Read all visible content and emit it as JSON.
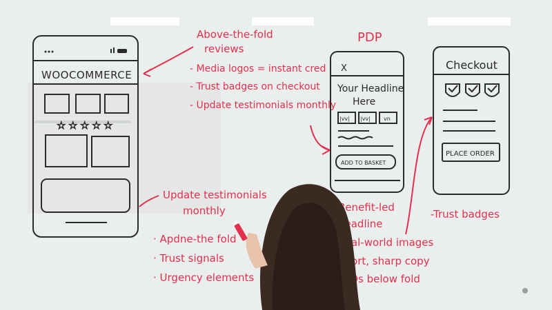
{
  "colors": {
    "wall": "#d9dedb",
    "board": "#eef1ef",
    "marker_red": "#e2304f",
    "marker_black": "#2a2a2a",
    "hair": "#3a2a22"
  },
  "phone1": {
    "brand": "WOOCOMMERCE",
    "rating_stars": 5
  },
  "notes_top": {
    "title_line1": "Above-the-fold",
    "title_line2": "reviews",
    "items": [
      "- Media logos = instant cred",
      "- Trust badges on checkout",
      "- Update testimonials monthly"
    ]
  },
  "notes_bottom": {
    "title_line1": "Update testimonials",
    "title_line2": "monthly",
    "items": [
      "· Apdne-the fold",
      "· Trust signals",
      "· Urgency elements"
    ]
  },
  "pdp": {
    "label": "PDP",
    "close_glyph": "X",
    "headline_line1": "Your Headline",
    "headline_line2": "Here",
    "thumb_labels": [
      "|vv|",
      "|vv|",
      "vn"
    ],
    "cta": "ADD TO BASKET",
    "notes": [
      "Benefit-led",
      "headline",
      "Real-world images",
      "Short, sharp copy",
      "FAQs below fold"
    ]
  },
  "checkout": {
    "title": "Checkout",
    "cta": "PLACE ORDER",
    "note": "-Trust badges"
  }
}
